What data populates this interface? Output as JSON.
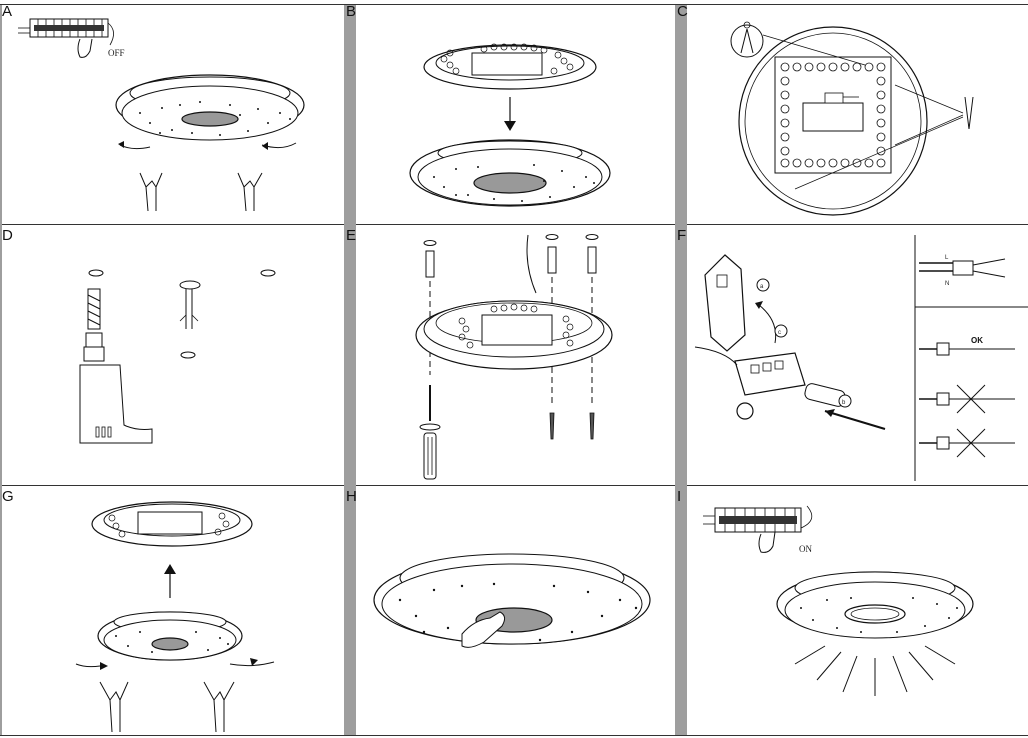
{
  "panels": [
    {
      "id": "A",
      "label": "A"
    },
    {
      "id": "B",
      "label": "B"
    },
    {
      "id": "C",
      "label": "C"
    },
    {
      "id": "D",
      "label": "D"
    },
    {
      "id": "E",
      "label": "E"
    },
    {
      "id": "F",
      "label": "F"
    },
    {
      "id": "G",
      "label": "G"
    },
    {
      "id": "H",
      "label": "H"
    },
    {
      "id": "I",
      "label": "I"
    }
  ],
  "texts": {
    "off": "OFF",
    "on": "ON",
    "ok": "OK",
    "marker_a": "a",
    "marker_b": "b",
    "marker_c": "c",
    "wire_l": "L",
    "wire_n": "N"
  },
  "colors": {
    "divider": "#9e9e9e",
    "ink": "#111111",
    "paper": "#ffffff"
  }
}
